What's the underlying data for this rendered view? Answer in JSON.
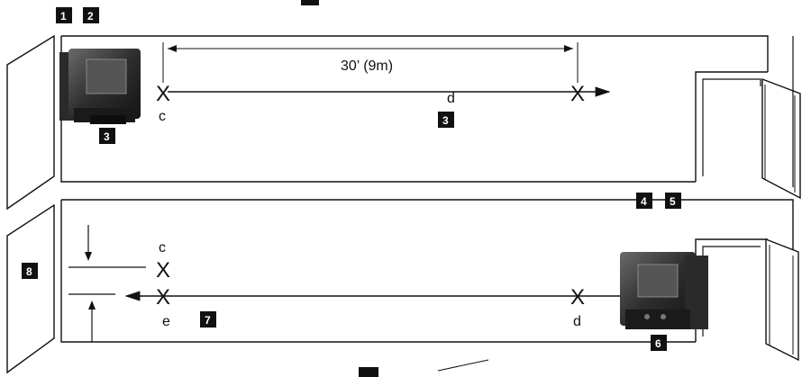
{
  "diagram": {
    "distance_label": "30’ (9m)",
    "mark_x": "X",
    "labels": {
      "c_top": "c",
      "d_top": "d",
      "c_bottom": "c",
      "e_bottom": "e",
      "d_bottom": "d"
    },
    "badges": {
      "b1": "1",
      "b2": "2",
      "b3a": "3",
      "b3b": "3",
      "b4": "4",
      "b5": "5",
      "b6": "6",
      "b7": "7",
      "b8": "8"
    }
  }
}
